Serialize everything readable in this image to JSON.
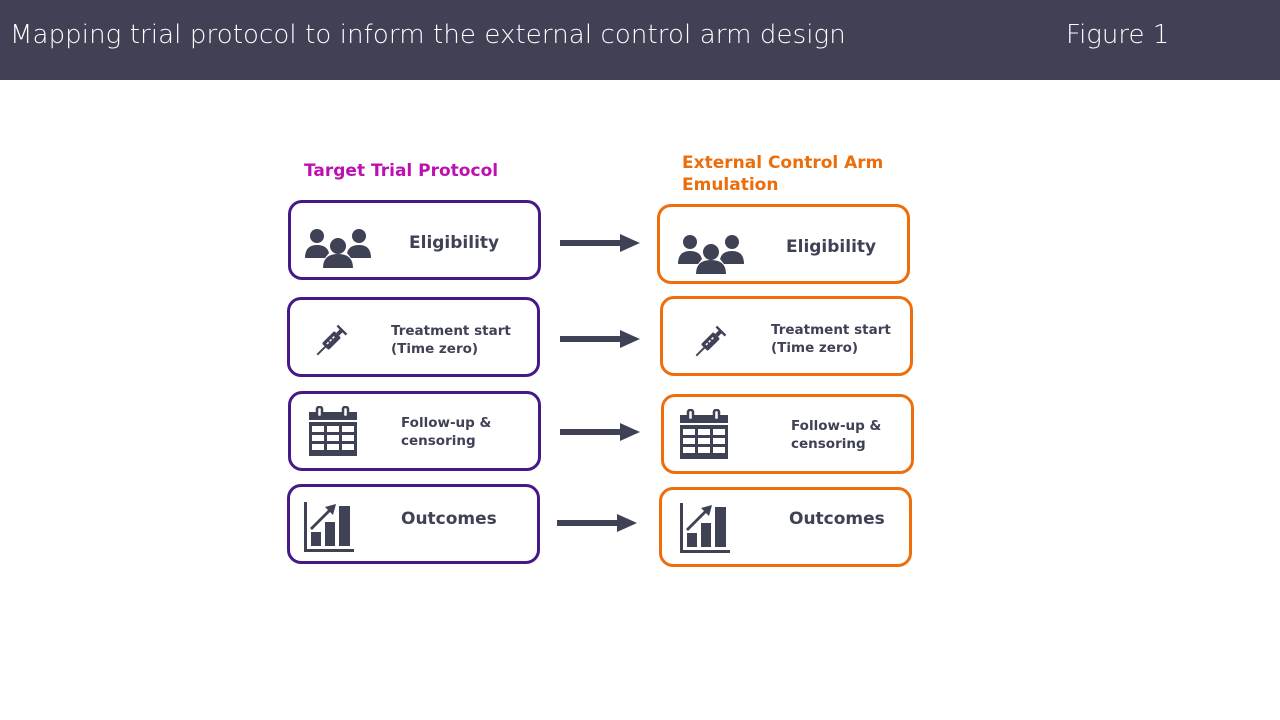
{
  "header": {
    "title": "Mapping trial protocol to inform the external control arm design",
    "figure_label": "Figure 1"
  },
  "columns": {
    "left": {
      "heading": "Target Trial Protocol",
      "color": "#bd10b0",
      "border_color": "#451a86"
    },
    "right": {
      "heading": "External Control Arm Emulation",
      "color": "#ec6d0b",
      "border_color": "#ee6e0c"
    }
  },
  "rows": [
    {
      "icon": "people-group-icon",
      "left_label": "Eligibility",
      "right_label": "Eligibility"
    },
    {
      "icon": "syringe-icon",
      "left_label": "Treatment start\n(Time zero)",
      "right_label": "Treatment start\n(Time zero)"
    },
    {
      "icon": "calendar-icon",
      "left_label": "Follow-up &\ncensoring",
      "right_label": "Follow-up &\ncensoring"
    },
    {
      "icon": "bar-chart-growth-icon",
      "left_label": "Outcomes",
      "right_label": "Outcomes"
    }
  ],
  "colors": {
    "header_bg": "#404154",
    "icon_fill": "#3f4154",
    "arrow_fill": "#3f4154"
  }
}
